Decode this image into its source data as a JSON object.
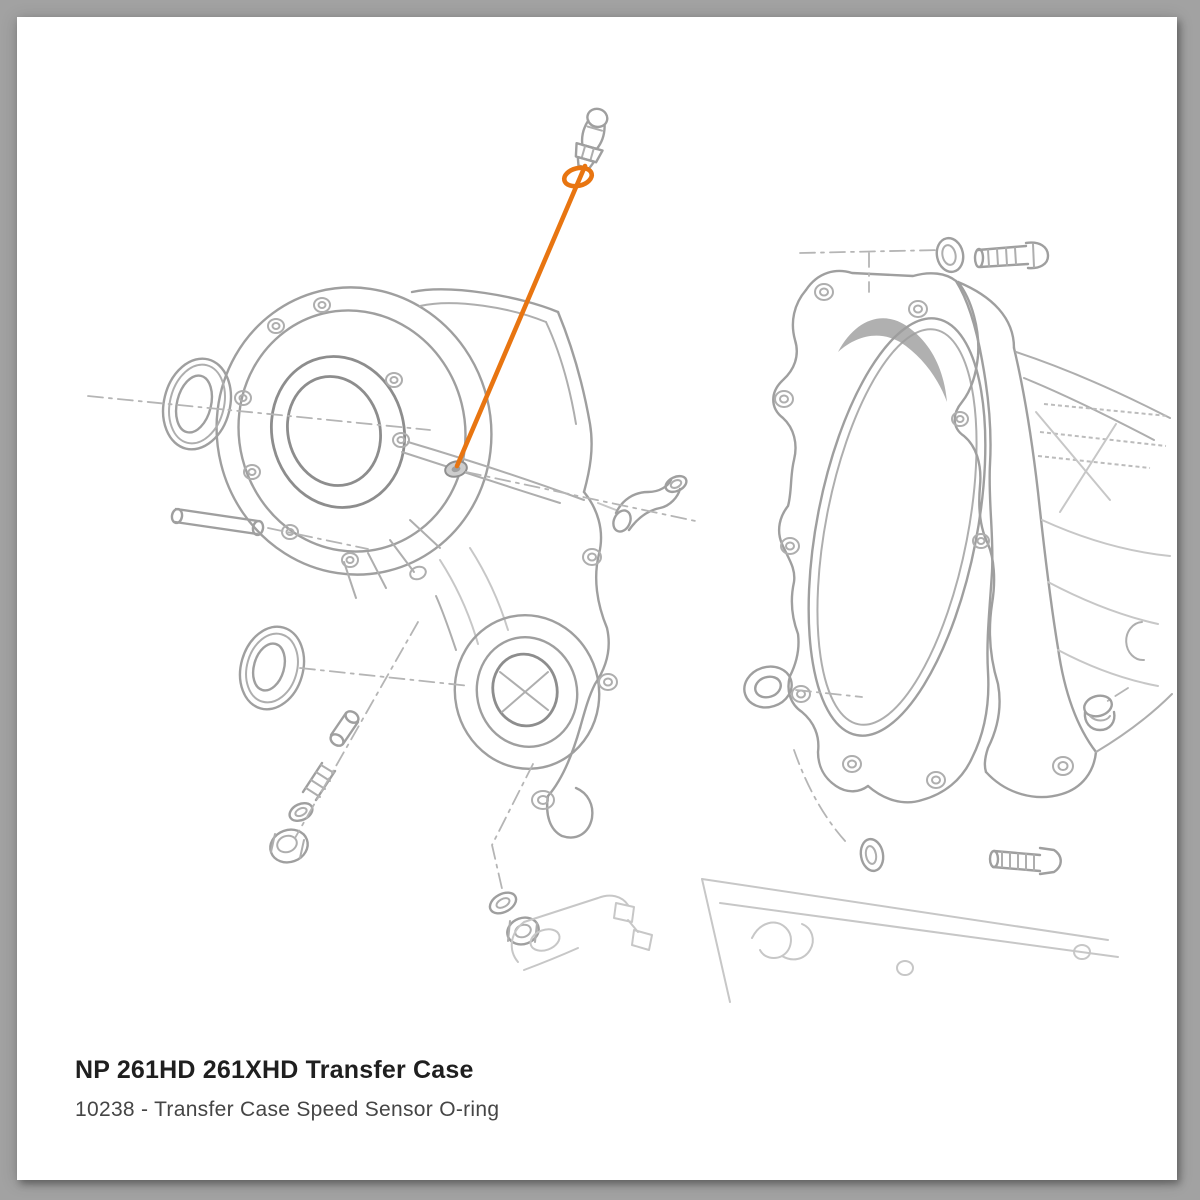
{
  "caption": {
    "title": "NP 261HD 261XHD Transfer Case",
    "subtitle": "10238 - Transfer Case Speed Sensor O-ring"
  },
  "diagram": {
    "name": "transfer-case-exploded-parts-diagram",
    "highlighted_part": {
      "part_number": "10238",
      "part_name": "Transfer Case Speed Sensor O-ring"
    }
  },
  "colors": {
    "highlight": "#e87511",
    "line_art": "#9f9f9f",
    "canvas_gray": "#a2a2a2",
    "paper_white": "#ffffff"
  }
}
